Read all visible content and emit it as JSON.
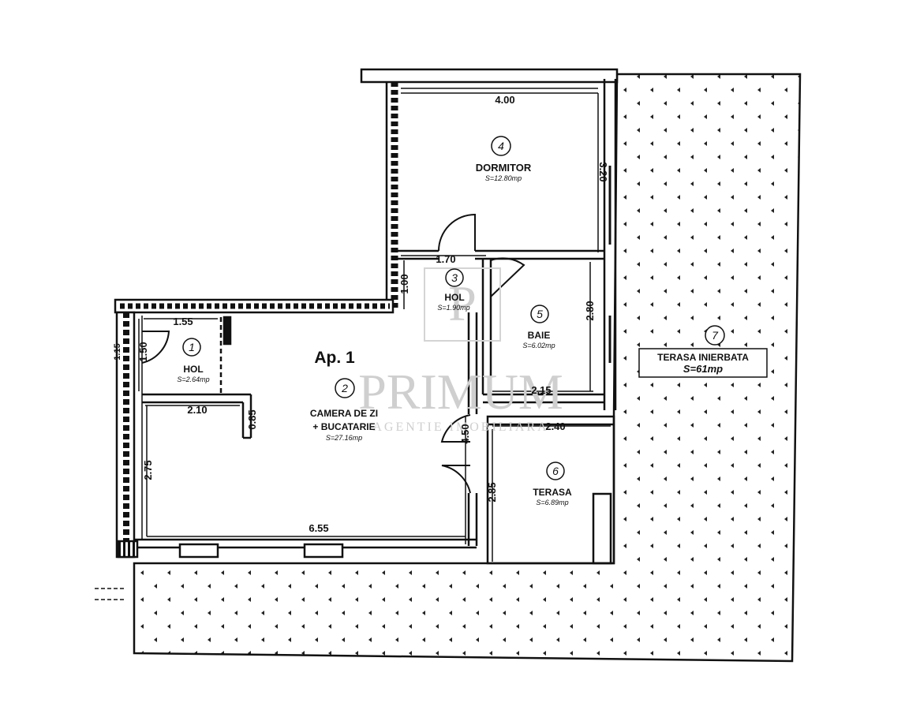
{
  "apartment": {
    "title": "Ap. 1"
  },
  "rooms": [
    {
      "number": "1",
      "name": "HOL",
      "area": "S=2.64mp"
    },
    {
      "number": "2",
      "name": "CAMERA DE ZI",
      "name2": "+ BUCATARIE",
      "area": "S=27.16mp"
    },
    {
      "number": "3",
      "name": "HOL",
      "area": "S=1.90mp"
    },
    {
      "number": "4",
      "name": "DORMITOR",
      "area": "S=12.80mp"
    },
    {
      "number": "5",
      "name": "BAIE",
      "area": "S=6.02mp"
    },
    {
      "number": "6",
      "name": "TERASA",
      "area": "S=6.89mp"
    },
    {
      "number": "7",
      "name": "TERASA INIERBATA",
      "area": "S=61mp"
    }
  ],
  "dimensions": {
    "dormitor_width": "4.00",
    "dormitor_height": "3.20",
    "hol3_width": "1.70",
    "hol3_height": "1.00",
    "hol1_width": "1.55",
    "hol1_height": "1.50",
    "entrance": "1.15",
    "baie_height": "2.80",
    "baie_width": "2.15",
    "kitchen_top": "2.10",
    "kitchen_notch": "0.85",
    "living_height": "2.75",
    "living_width": "6.55",
    "living_side": "4.50",
    "terasa_width": "2.40",
    "terasa_height": "2.85"
  },
  "watermark": {
    "brand": "PRIMUM",
    "tagline": "AGENTIE IMOBILIARA"
  }
}
